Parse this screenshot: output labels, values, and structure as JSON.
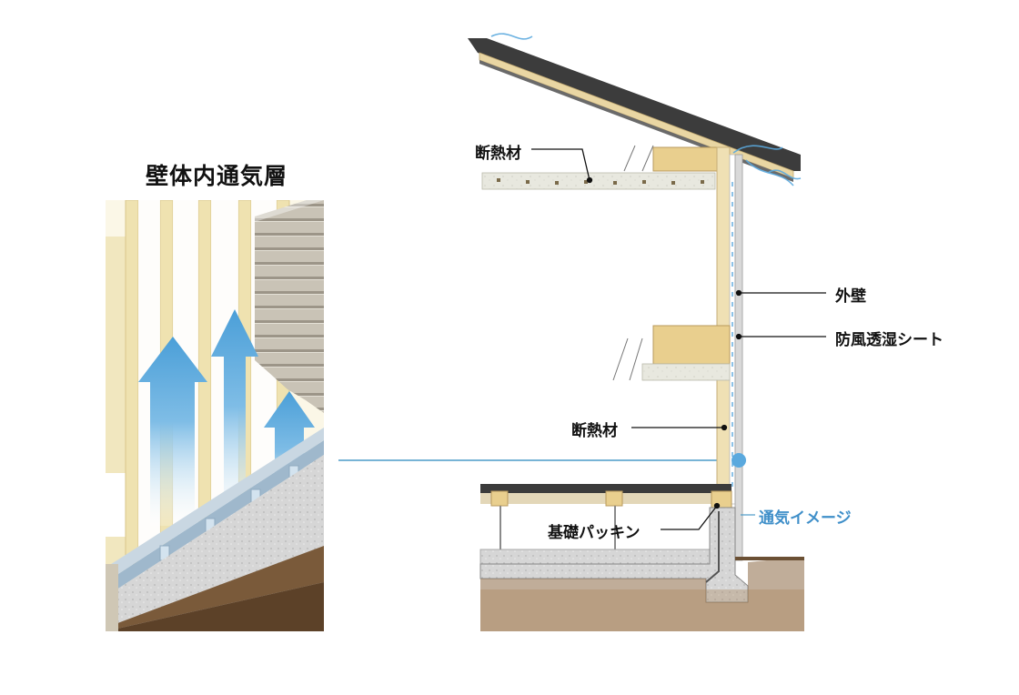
{
  "detail": {
    "title": "壁体内通気層"
  },
  "section": {
    "labels": {
      "insulation_ceiling": "断熱材",
      "outer_wall": "外壁",
      "wrap_sheet": "防風透湿シート",
      "insulation_wall": "断熱材",
      "foundation_packing": "基礎パッキン",
      "ventilation": "通気イメージ"
    }
  },
  "colors": {
    "airflow": "#5aa9de",
    "callout_line": "#4c9bc8",
    "wood": "#e9d6a3",
    "insulation": "#e6e6dc",
    "soil": "#8c6a45"
  }
}
